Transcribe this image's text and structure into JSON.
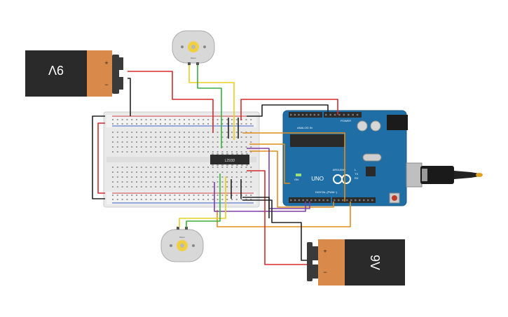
{
  "battery_top": {
    "label": "9V",
    "plus": "+",
    "minus": "−"
  },
  "battery_bottom": {
    "label": "9V",
    "plus": "+",
    "minus": "−"
  },
  "motor_top": {
    "label": "Motor"
  },
  "motor_bottom": {
    "label": "Motor"
  },
  "chip": {
    "label": "L293D"
  },
  "arduino": {
    "brand": "ARDUINO",
    "model": "UNO",
    "power_label": "POWER",
    "analog_label": "ANALOG IN",
    "digital_label": "DIGITAL (PWM~)",
    "tx_label": "TX",
    "rx_label": "RX",
    "l_label": "L",
    "on_label": "ON"
  },
  "colors": {
    "wire_red": "#d42c2c",
    "wire_black": "#222222",
    "wire_green": "#3fae3f",
    "wire_yellow": "#e8cf1e",
    "wire_orange": "#e38d1c",
    "wire_purple": "#7f3fa6",
    "arduino_blue": "#1f6ea6",
    "battery_orange": "#d9894a",
    "battery_black": "#2a2a2a"
  }
}
